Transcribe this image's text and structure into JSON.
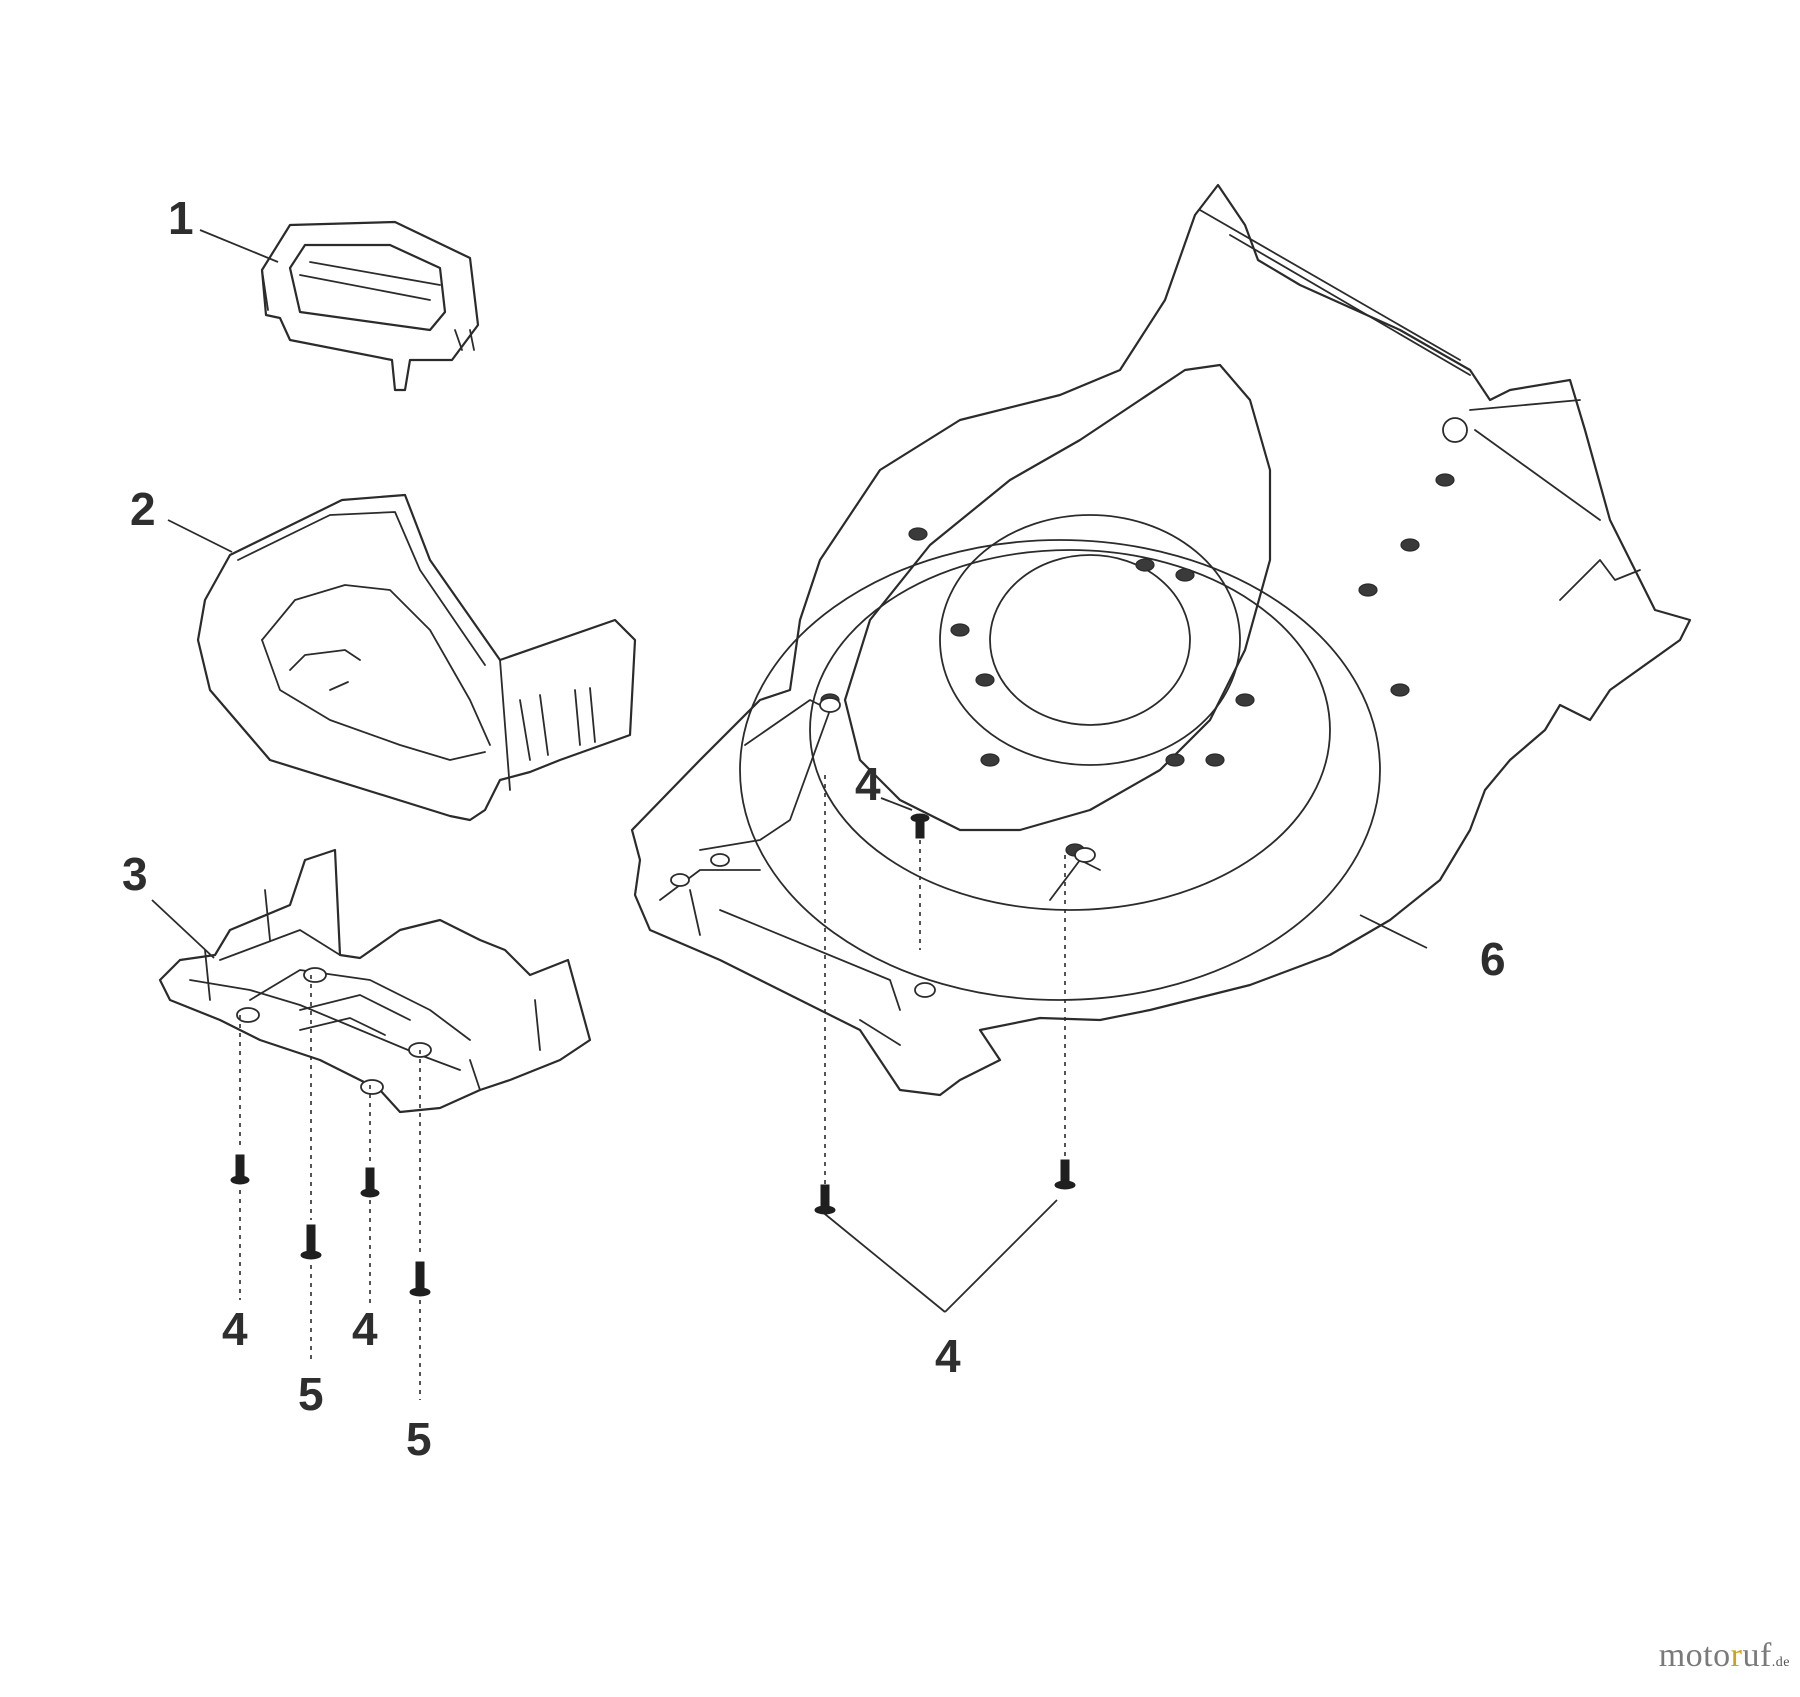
{
  "callouts": {
    "c1": "1",
    "c2": "2",
    "c3": "3",
    "c4a": "4",
    "c4b": "4",
    "c4c": "4",
    "c4d": "4",
    "c5a": "5",
    "c5b": "5",
    "c6": "6"
  },
  "watermark": {
    "main": "moto",
    "accent": "r",
    "main2": "uf",
    "tld": ".de",
    "colors": {
      "main": "#7a7a7a",
      "accent": "#d0a020"
    }
  }
}
